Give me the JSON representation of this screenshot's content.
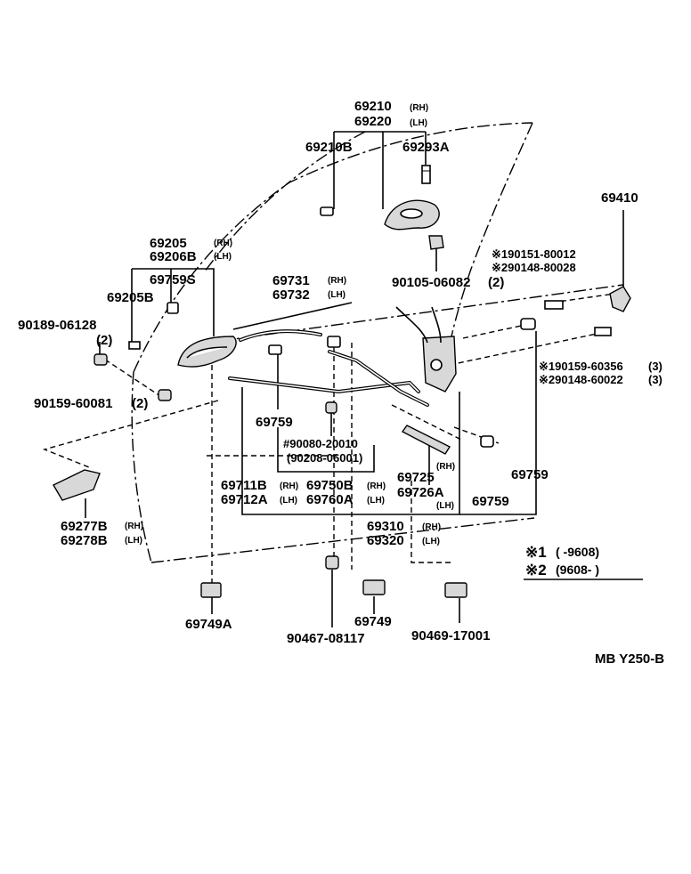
{
  "labels": {
    "p69210": "69210",
    "p69210_side": "(RH)",
    "p69220": "69220",
    "p69220_side": "(LH)",
    "p69210B": "69210B",
    "p69293A": "69293A",
    "p69410": "69410",
    "p190151": "※190151-80012",
    "p290148a": "※290148-80028",
    "p90105": "90105-06082",
    "p90105_qty": "(2)",
    "p69205": "69205",
    "p69205_side": "(RH)",
    "p69206B": "69206B",
    "p69206B_side": "(LH)",
    "p69759S": "69759S",
    "p69205B": "69205B",
    "p69731": "69731",
    "p69731_side": "(RH)",
    "p69732": "69732",
    "p69732_side": "(LH)",
    "p90189": "90189-06128",
    "p90189_qty": "(2)",
    "p90159a": "90159-60081",
    "p90159a_qty": "(2)",
    "p190159": "※190159-60356",
    "p190159_qty": "(3)",
    "p290148b": "※290148-60022",
    "p290148b_qty": "(3)",
    "p69759_mid": "69759",
    "p90080": "#90080-20010",
    "p90208": "(90208-06001)",
    "p69725": "69725",
    "p69725_side": "(RH)",
    "p69726A": "69726A",
    "p69726A_side": "(LH)",
    "p69759_right": "69759",
    "p69759_far": "69759",
    "p69711B": "69711B",
    "p69711B_side": "(RH)",
    "p69712A": "69712A",
    "p69712A_side": "(LH)",
    "p69750B": "69750B",
    "p69750B_side": "(RH)",
    "p69760A": "69760A",
    "p69760A_side": "(LH)",
    "p69310": "69310",
    "p69310_side": "(RH)",
    "p69320": "69320",
    "p69320_side": "(LH)",
    "p69277B": "69277B",
    "p69277B_side": "(RH)",
    "p69278B": "69278B",
    "p69278B_side": "(LH)",
    "p69749A": "69749A",
    "p69749": "69749",
    "p90467": "90467-08117",
    "p90469": "90469-17001",
    "diagram_code": "MB  Y250-B"
  },
  "legend": {
    "row1_mark": "※1",
    "row1_range": "(        -9608)",
    "row2_mark": "※2",
    "row2_range": "(9608-        )"
  }
}
